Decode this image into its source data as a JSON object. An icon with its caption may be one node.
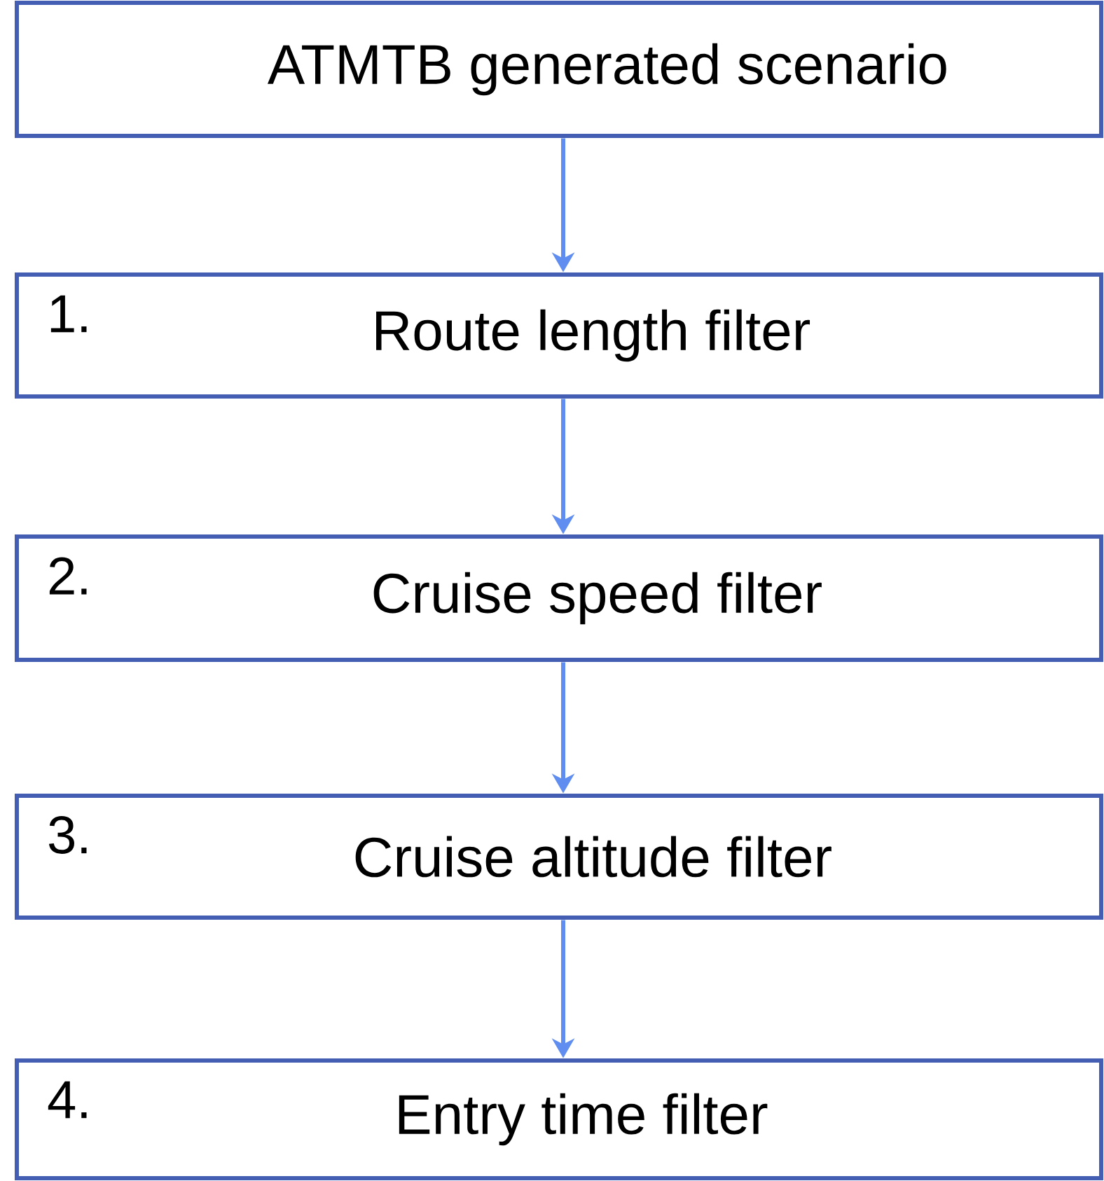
{
  "diagram": {
    "nodes": [
      {
        "text": [
          "ATMTB generated scenario"
        ]
      },
      {
        "text": [
          "1.",
          "Route length filter"
        ]
      },
      {
        "text": [
          "2.",
          "Cruise speed filter"
        ]
      },
      {
        "text": [
          "3.",
          "Cruise altitude filter"
        ]
      },
      {
        "text": [
          "4.",
          "Entry time filter"
        ]
      }
    ],
    "edges": [
      {
        "from": 0,
        "to": 1,
        "arrow": "to"
      },
      {
        "from": 1,
        "to": 2,
        "arrow": "to"
      },
      {
        "from": 2,
        "to": 3,
        "arrow": "to"
      },
      {
        "from": 3,
        "to": 4,
        "arrow": "to"
      }
    ]
  }
}
